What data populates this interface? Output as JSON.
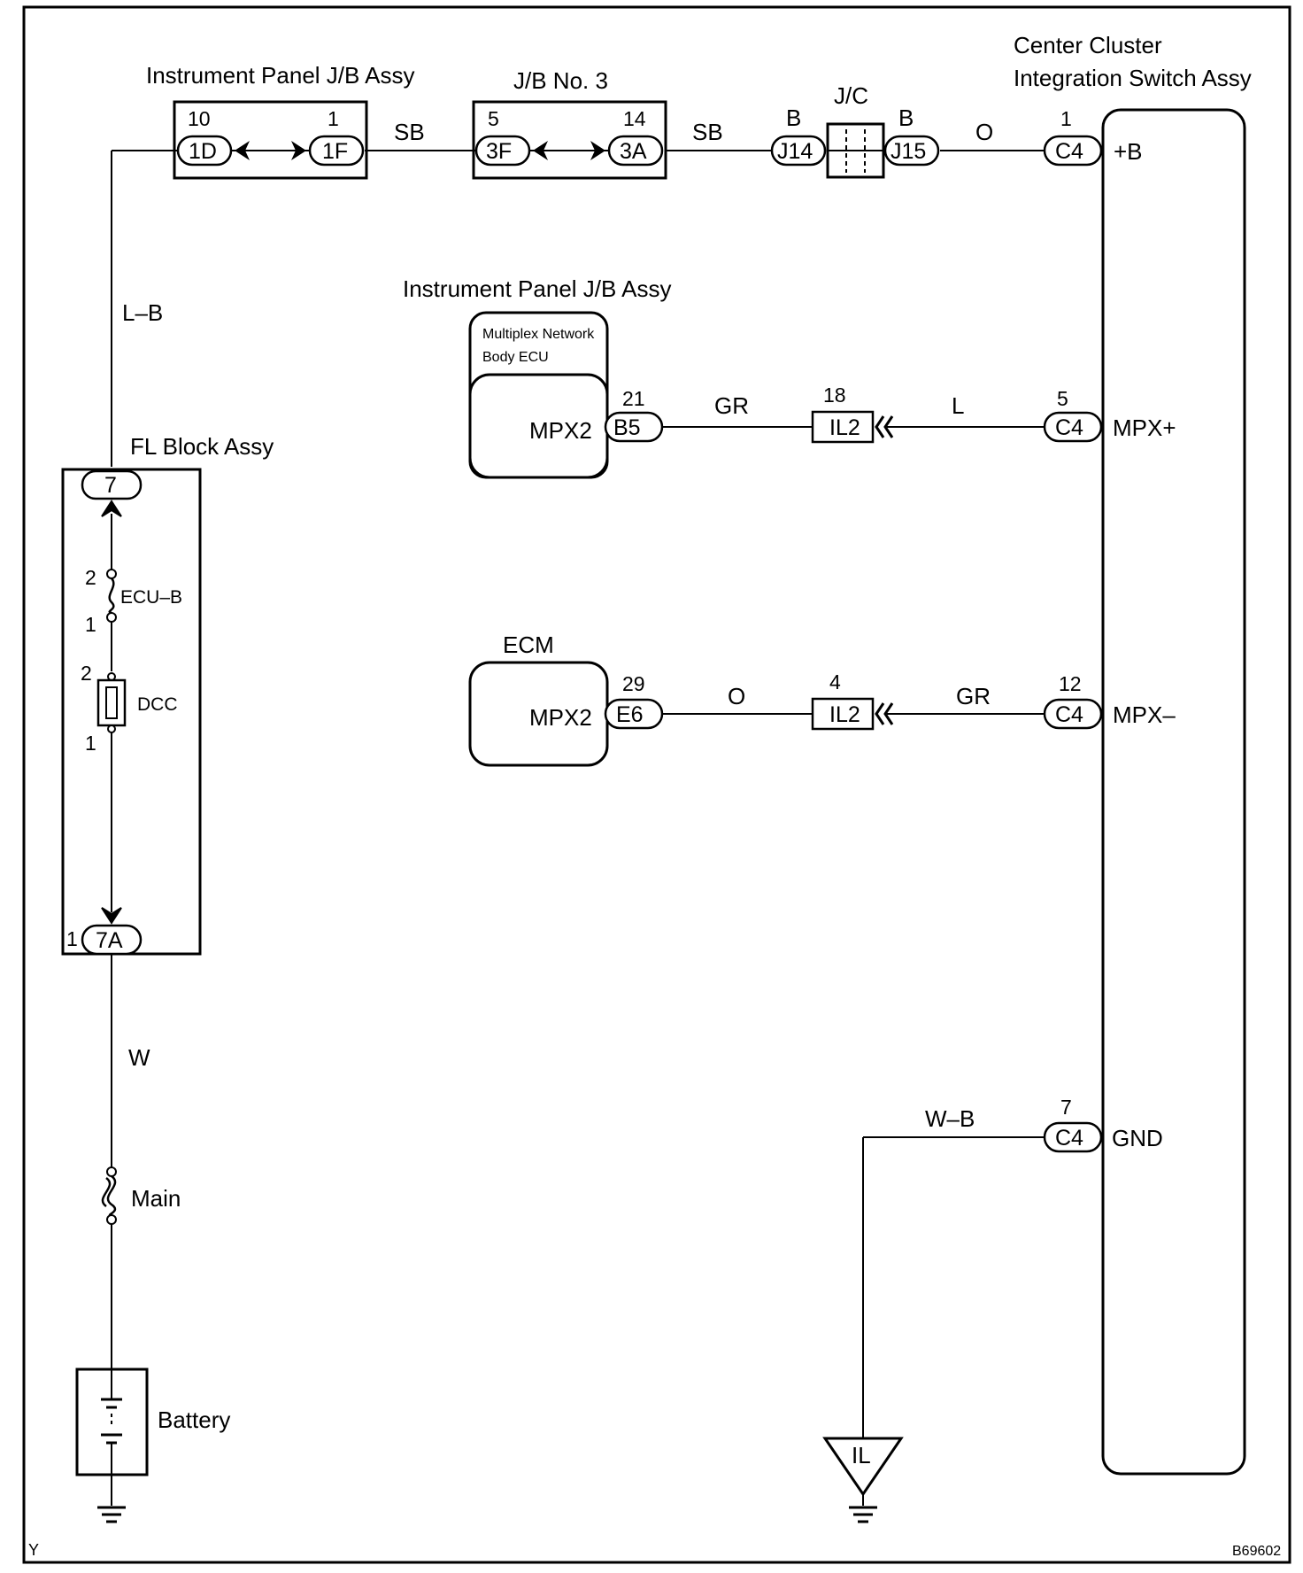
{
  "components": {
    "instrument_panel_jb_top": "Instrument Panel J/B Assy",
    "jb_no3": "J/B No. 3",
    "jc": "J/C",
    "center_cluster_line1": "Center Cluster",
    "center_cluster_line2": "Integration Switch Assy",
    "instrument_panel_jb_mid": "Instrument Panel J/B Assy",
    "multiplex_line1": "Multiplex Network",
    "multiplex_line2": "Body ECU",
    "ecm": "ECM",
    "fl_block": "FL Block Assy",
    "battery": "Battery",
    "ground_il": "IL"
  },
  "connectors": {
    "ip_1d": "1D",
    "ip_1d_pin": "10",
    "ip_1f": "1F",
    "ip_1f_pin": "1",
    "jb3_3f": "3F",
    "jb3_3f_pin": "5",
    "jb3_3a": "3A",
    "jb3_3a_pin": "14",
    "j14": "J14",
    "j15": "J15",
    "c4_plusb": "C4",
    "c4_plusb_pin": "1",
    "b5": "B5",
    "b5_pin": "21",
    "il2_a": "IL2",
    "il2_a_pin": "18",
    "c4_mpxp": "C4",
    "c4_mpxp_pin": "5",
    "e6": "E6",
    "e6_pin": "29",
    "il2_b": "IL2",
    "il2_b_pin": "4",
    "c4_mpxm": "C4",
    "c4_mpxm_pin": "12",
    "c4_gnd": "C4",
    "c4_gnd_pin": "7",
    "fl_7": "7",
    "fl_7a": "7A",
    "fl_7a_pin": "1"
  },
  "terminals": {
    "plus_b": "+B",
    "mpx_plus": "MPX+",
    "mpx_minus": "MPX–",
    "gnd": "GND",
    "mpx2_body": "MPX2",
    "mpx2_ecm": "MPX2"
  },
  "wires": {
    "sb1": "SB",
    "sb2": "SB",
    "b1": "B",
    "b2": "B",
    "o_top": "O",
    "lb": "L–B",
    "gr_a": "GR",
    "l_a": "L",
    "o_b": "O",
    "gr_b": "GR",
    "wb": "W–B",
    "w": "W"
  },
  "fuses": {
    "ecu_b": "ECU–B",
    "ecu_b_pin_top": "2",
    "ecu_b_pin_bottom": "1",
    "dcc": "DCC",
    "dcc_pin_top": "2",
    "dcc_pin_bottom": "1",
    "main": "Main"
  },
  "footer": {
    "left_code": "Y",
    "figure_id": "B69602"
  }
}
